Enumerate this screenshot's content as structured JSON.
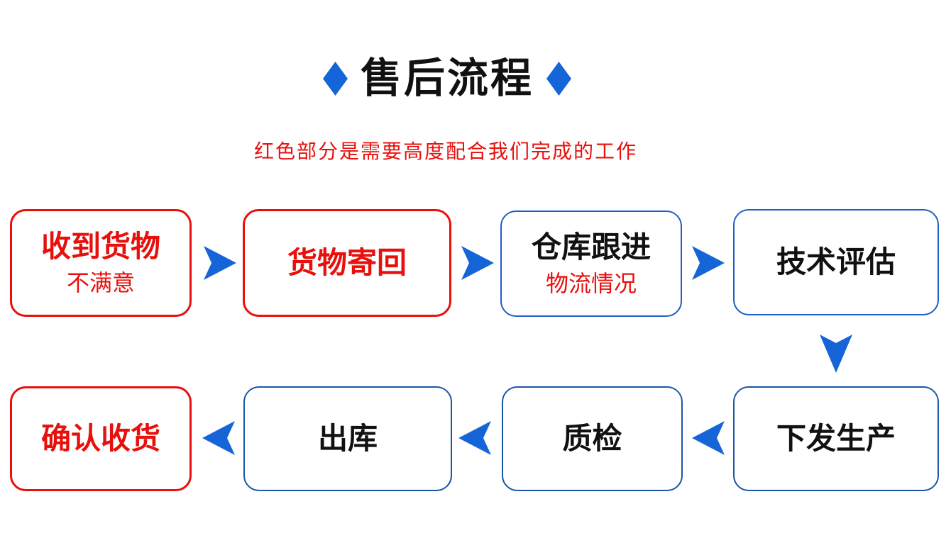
{
  "header": {
    "title": "售后流程",
    "subtitle": "红色部分是需要高度配合我们完成的工作"
  },
  "flow": {
    "row1": [
      {
        "title": "收到货物",
        "subtitle": "不满意",
        "highlight": "red"
      },
      {
        "title": "货物寄回",
        "subtitle": "",
        "highlight": "red"
      },
      {
        "title": "仓库跟进",
        "subtitle": "物流情况",
        "highlight": "blue"
      },
      {
        "title": "技术评估",
        "subtitle": "",
        "highlight": "blue"
      }
    ],
    "row2": [
      {
        "title": "确认收货",
        "highlight": "red"
      },
      {
        "title": "出库",
        "highlight": "blue"
      },
      {
        "title": "质检",
        "highlight": "blue"
      },
      {
        "title": "下发生产",
        "highlight": "blue"
      }
    ]
  },
  "colors": {
    "accent_blue": "#1565d8",
    "accent_red": "#e8100c",
    "box_border_blue_top_row": "#1e5ec6",
    "box_border_blue_bottom_row": "#1d55a8",
    "title_text": "#111111"
  }
}
